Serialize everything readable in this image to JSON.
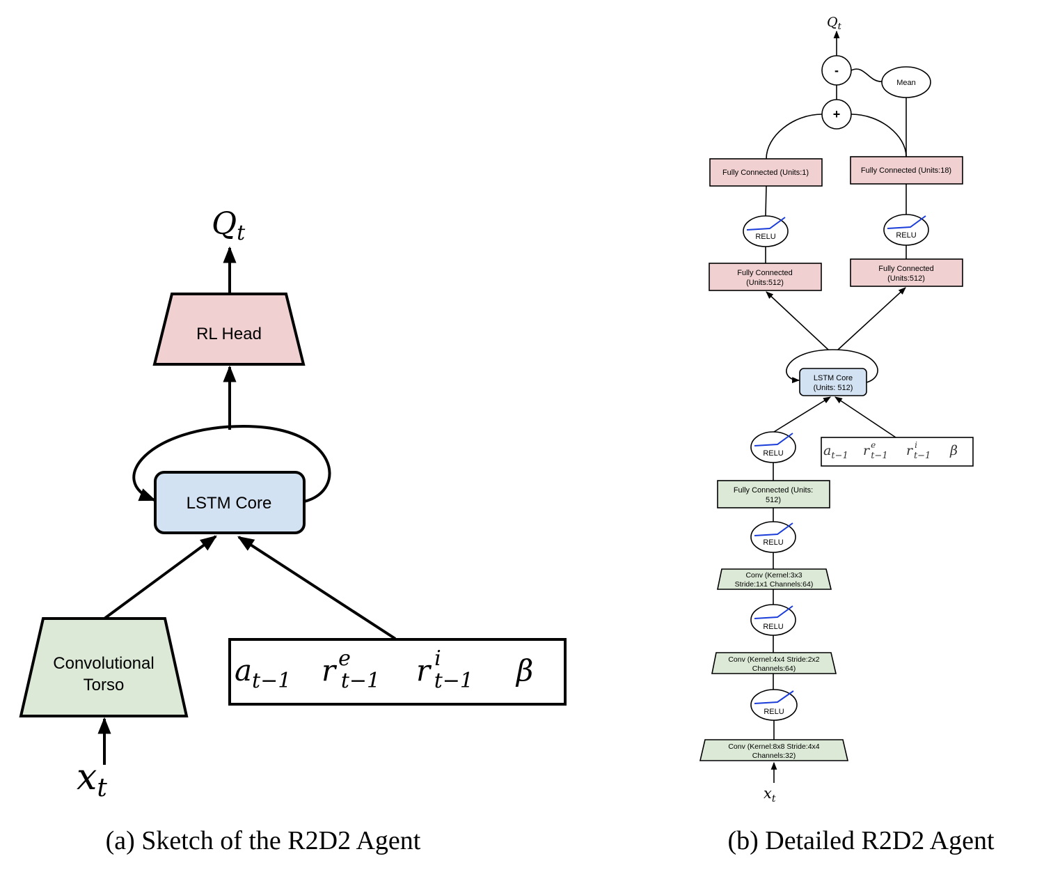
{
  "panel_a": {
    "output": "Q",
    "output_sub": "t",
    "rl_head": "RL Head",
    "lstm": "LSTM Core",
    "torso_line1": "Convolutional",
    "torso_line2": "Torso",
    "input": "x",
    "input_sub": "t",
    "aux": {
      "a": "a",
      "a_sub": "t−1",
      "re": "r",
      "re_sup": "e",
      "re_sub": "t−1",
      "ri": "r",
      "ri_sup": "i",
      "ri_sub": "t−1",
      "beta": "β"
    },
    "caption": "(a)  Sketch of the R2D2 Agent"
  },
  "panel_b": {
    "output": "Q",
    "output_sub": "t",
    "minus": "-",
    "plus": "+",
    "mean": "Mean",
    "fc_value": "Fully Connected (Units:1)",
    "fc_adv": "Fully Connected (Units:18)",
    "relu": "RELU",
    "fc512_line1": "Fully Connected",
    "fc512_line2": "(Units:512)",
    "lstm_line1": "LSTM Core",
    "lstm_line2": "(Units: 512)",
    "torso_fc_line1": "Fully Connected (Units:",
    "torso_fc_line2": "512)",
    "conv3_line1": "Conv (Kernel:3x3",
    "conv3_line2": "Stride:1x1 Channels:64)",
    "conv2_line1": "Conv (Kernel:4x4 Stride:2x2",
    "conv2_line2": "Channels:64)",
    "conv1_line1": "Conv (Kernel:8x8 Stride:4x4",
    "conv1_line2": "Channels:32)",
    "input": "x",
    "input_sub": "t",
    "aux": {
      "a": "a",
      "a_sub": "t−1",
      "re": "r",
      "re_sup": "e",
      "re_sub": "t−1",
      "ri": "r",
      "ri_sup": "i",
      "ri_sub": "t−1",
      "beta": "β"
    },
    "caption": "(b)  Detailed R2D2 Agent"
  },
  "colors": {
    "head_fill": "#f0d0d0",
    "lstm_fill": "#d2e2f2",
    "torso_fill": "#dce9d6",
    "relu_curve": "#1a3cd9",
    "stroke": "#000000"
  }
}
